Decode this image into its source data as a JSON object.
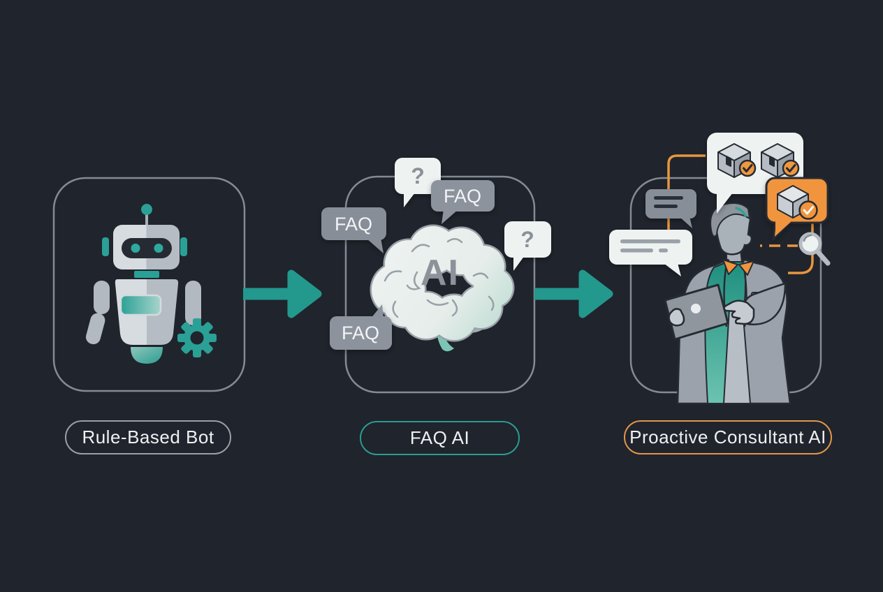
{
  "diagram_title": "Chatbot evolution diagram",
  "colors": {
    "background": "#20242c",
    "panel_border": "#848b94",
    "teal": "#23988d",
    "teal_accent": "#2aa096",
    "orange": "#f0953d",
    "bubble_gray": "#8b919b",
    "bubble_white": "#eef2f1",
    "label_text": "#eef1f3",
    "brain_text": "#8b9299"
  },
  "stages": [
    {
      "id": "rule-based-bot",
      "label": "Rule-Based Bot",
      "icon": "robot-with-gear-icon"
    },
    {
      "id": "faq-ai",
      "label": "FAQ AI",
      "icon": "ai-brain-icon",
      "brain_label": "AI",
      "bubbles": [
        {
          "type": "question",
          "text": "?"
        },
        {
          "type": "faq",
          "text": "FAQ"
        },
        {
          "type": "faq",
          "text": "FAQ"
        },
        {
          "type": "question",
          "text": "?"
        },
        {
          "type": "faq",
          "text": "FAQ"
        }
      ]
    },
    {
      "id": "proactive-consultant-ai",
      "label": "Proactive Consultant AI",
      "icon": "consultant-with-tablet-icon"
    }
  ],
  "arrows": [
    {
      "from": "Rule-Based Bot",
      "to": "FAQ AI"
    },
    {
      "from": "FAQ AI",
      "to": "Proactive Consultant AI"
    }
  ]
}
